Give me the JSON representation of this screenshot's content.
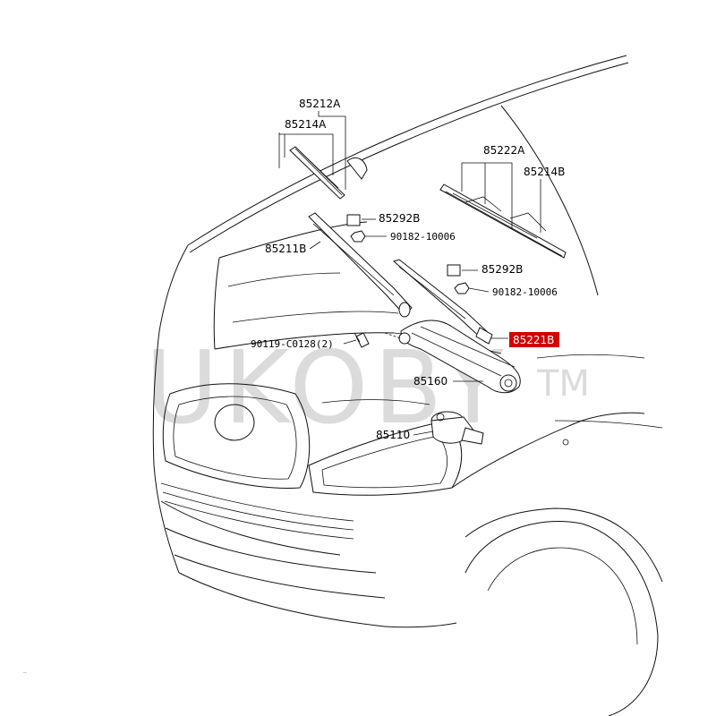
{
  "watermark": {
    "text": "UKOBY",
    "tm": "TM"
  },
  "labels": {
    "p85212A": "85212A",
    "p85214A": "85214A",
    "p85222A": "85222A",
    "p85214B": "85214B",
    "p85292B_1": "85292B",
    "p90182_1": "90182-10006",
    "p85211B": "85211B",
    "p85292B_2": "85292B",
    "p90182_2": "90182-10006",
    "p85221B": "85221B",
    "p90119": "90119-C0128(2)",
    "p85160": "85160",
    "p85110": "85110"
  },
  "colors": {
    "highlight": "#d40000",
    "line": "#111111"
  }
}
